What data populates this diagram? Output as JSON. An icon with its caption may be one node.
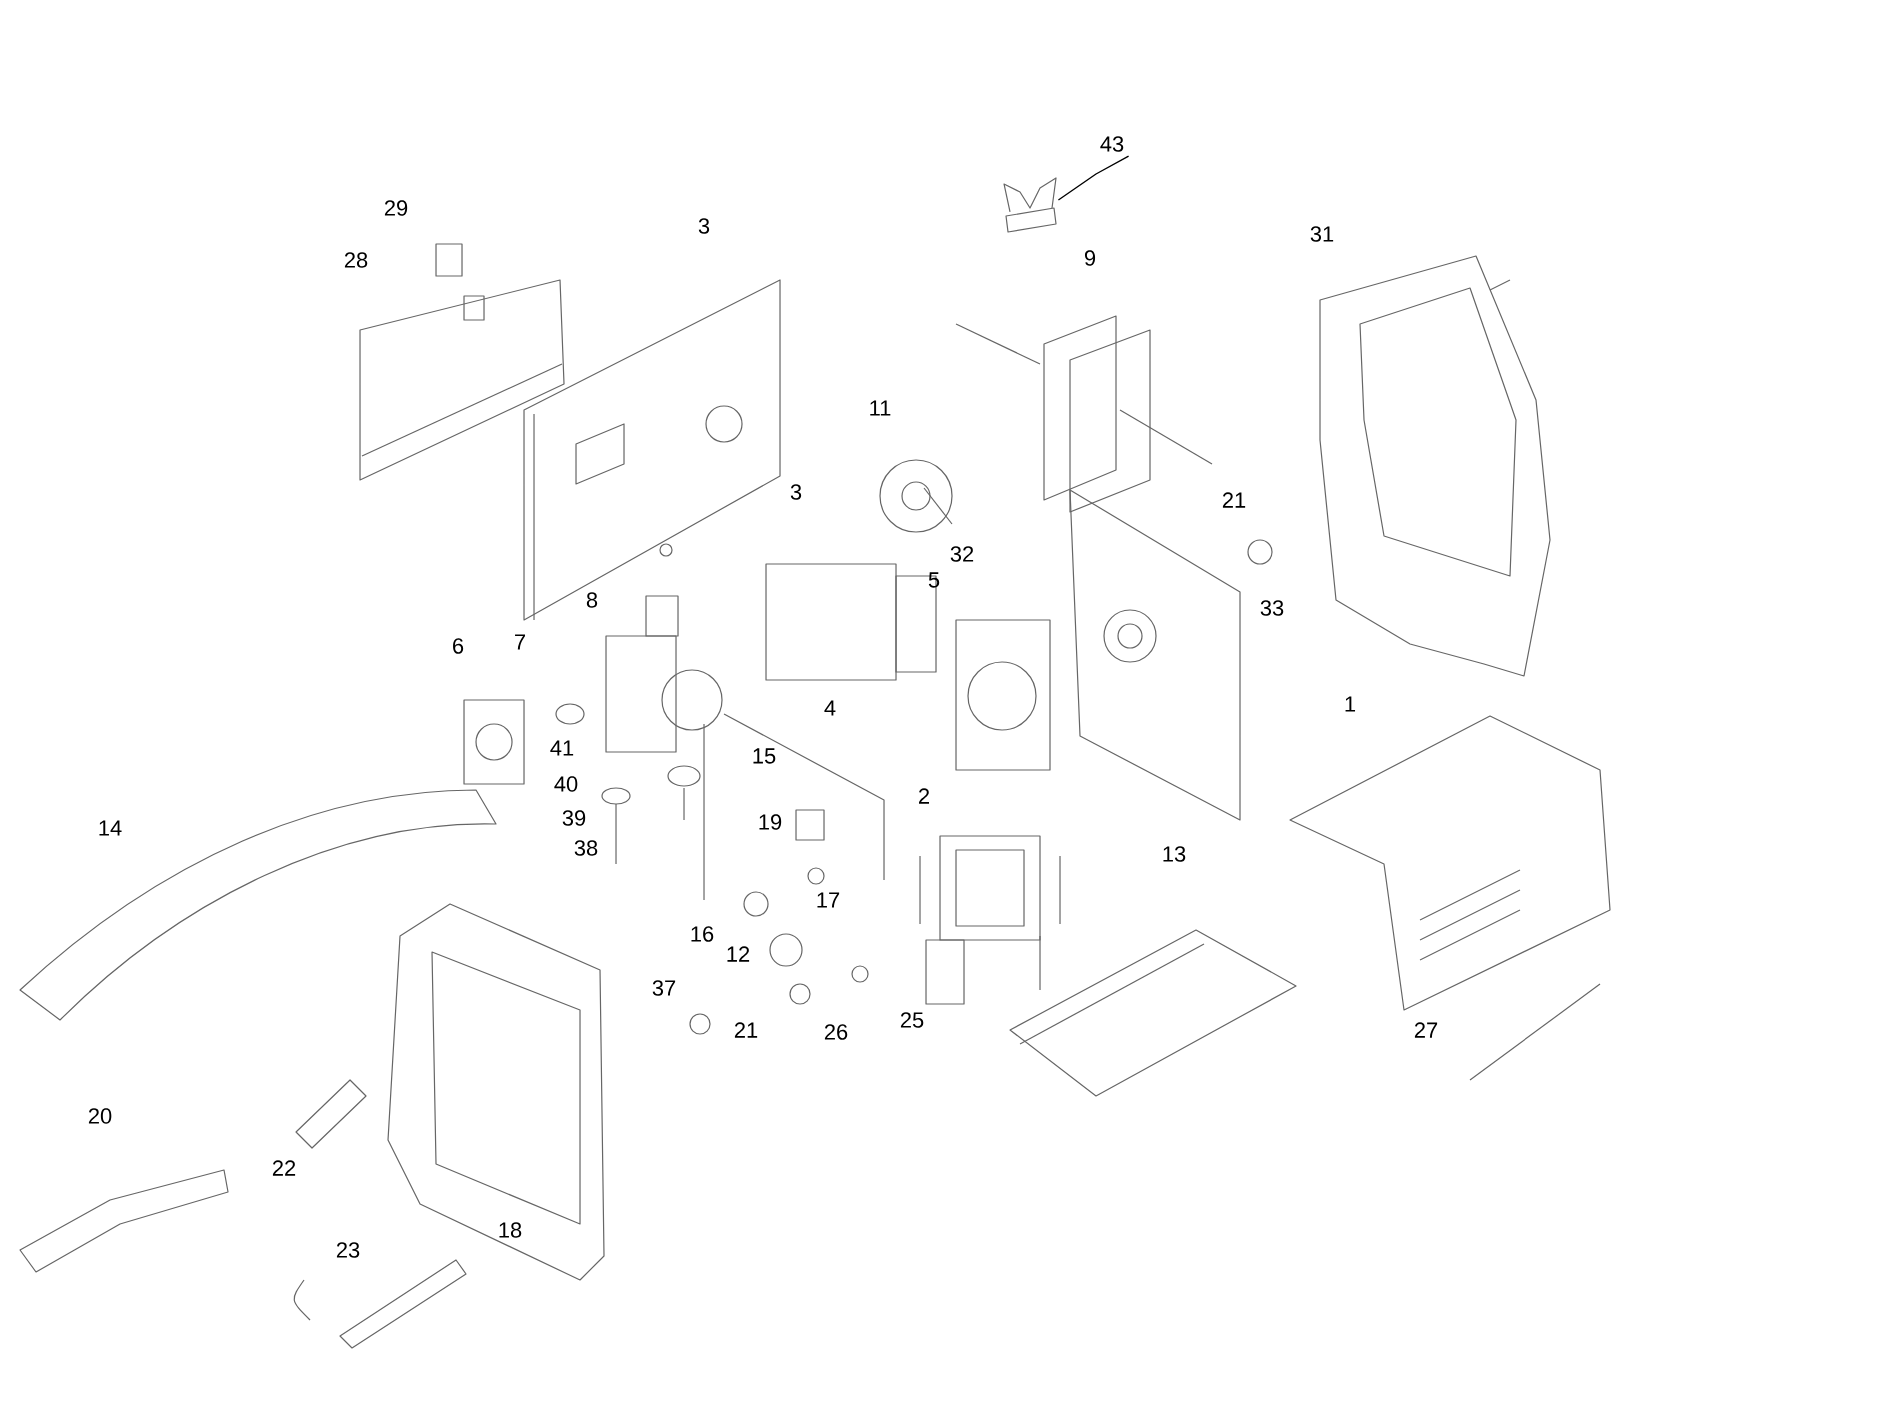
{
  "diagram": {
    "nodes": [
      {
        "text": [
          "43"
        ]
      },
      {
        "text": [],
        "shape": "picture"
      }
    ],
    "edges": [
      {
        "from": 0,
        "to": 1,
        "arrow": "none"
      }
    ],
    "labels": [
      "29",
      "28",
      "3",
      "9",
      "31",
      "11",
      "3",
      "21",
      "32",
      "5",
      "8",
      "33",
      "6",
      "7",
      "4",
      "1",
      "41",
      "15",
      "40",
      "2",
      "39",
      "19",
      "38",
      "13",
      "14",
      "17",
      "16",
      "12",
      "37",
      "25",
      "21",
      "26",
      "27",
      "20",
      "22",
      "18",
      "23"
    ]
  }
}
